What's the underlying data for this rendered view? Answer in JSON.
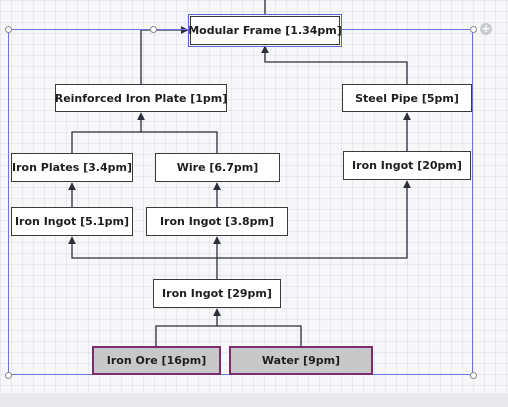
{
  "colors": {
    "line": "#2b2f3a",
    "node_border": "#3b3b3b",
    "raw_border": "#7a2c6e",
    "raw_fill": "#c8c8c8",
    "selection": "#6d74e0"
  },
  "icons": {
    "add": "plus-circle-icon"
  },
  "nodes": {
    "modular_frame": "Modular Frame [1.34pm]",
    "reinforced_iron_plate": "Reinforced Iron Plate [1pm]",
    "steel_pipe": "Steel Pipe [5pm]",
    "iron_plates": "Iron Plates [3.4pm]",
    "wire": "Wire [6.7pm]",
    "iron_ingot_steel": "Iron Ingot [20pm]",
    "iron_ingot_plates": "Iron Ingot [5.1pm]",
    "iron_ingot_wire": "Iron Ingot [3.8pm]",
    "iron_ingot_total": "Iron Ingot [29pm]",
    "iron_ore": "Iron Ore [16pm]",
    "water": "Water [9pm]"
  }
}
